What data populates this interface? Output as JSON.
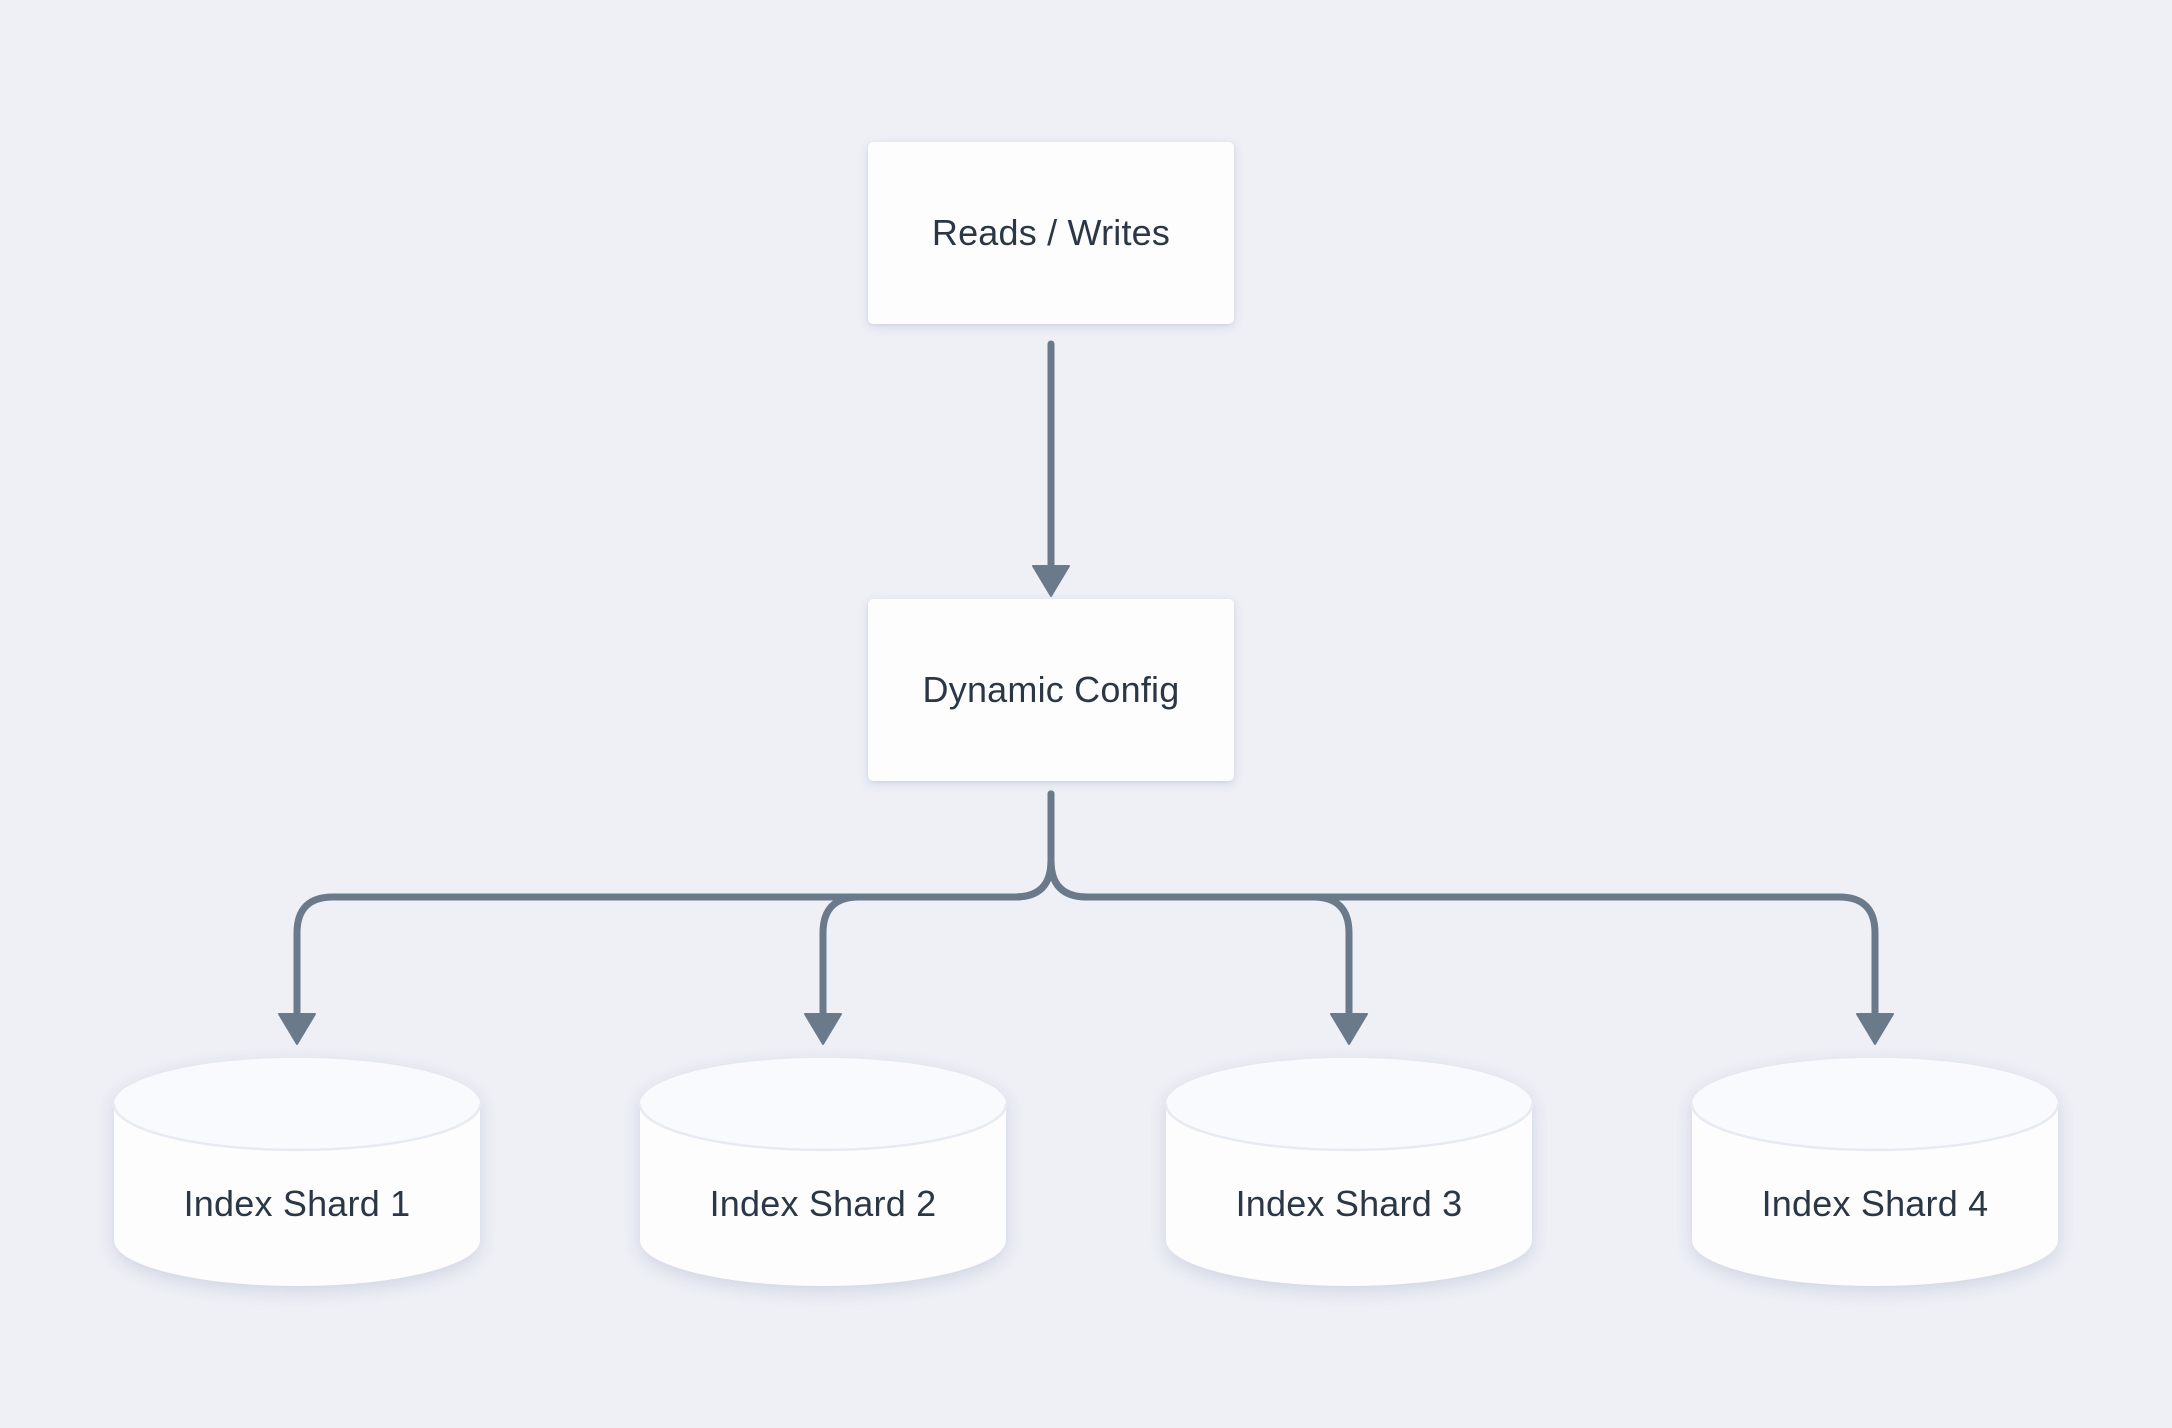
{
  "theme": {
    "background": "#eef0f6",
    "node_fill": "#fdfdfe",
    "node_text": "#2c3746",
    "connector": "#6b7a8b",
    "cylinder_lid": "#f9fafd",
    "cylinder_edge": "#e7eaf1"
  },
  "diagram": {
    "nodes": {
      "reads_writes": {
        "label": "Reads / Writes",
        "type": "box"
      },
      "dynamic_config": {
        "label": "Dynamic Config",
        "type": "box"
      },
      "shards": [
        {
          "label": "Index Shard 1",
          "type": "database-cylinder"
        },
        {
          "label": "Index Shard 2",
          "type": "database-cylinder"
        },
        {
          "label": "Index Shard 3",
          "type": "database-cylinder"
        },
        {
          "label": "Index Shard 4",
          "type": "database-cylinder"
        }
      ]
    },
    "edges": [
      {
        "from": "Reads / Writes",
        "to": "Dynamic Config"
      },
      {
        "from": "Dynamic Config",
        "to": "Index Shard 1"
      },
      {
        "from": "Dynamic Config",
        "to": "Index Shard 2"
      },
      {
        "from": "Dynamic Config",
        "to": "Index Shard 3"
      },
      {
        "from": "Dynamic Config",
        "to": "Index Shard 4"
      }
    ]
  }
}
